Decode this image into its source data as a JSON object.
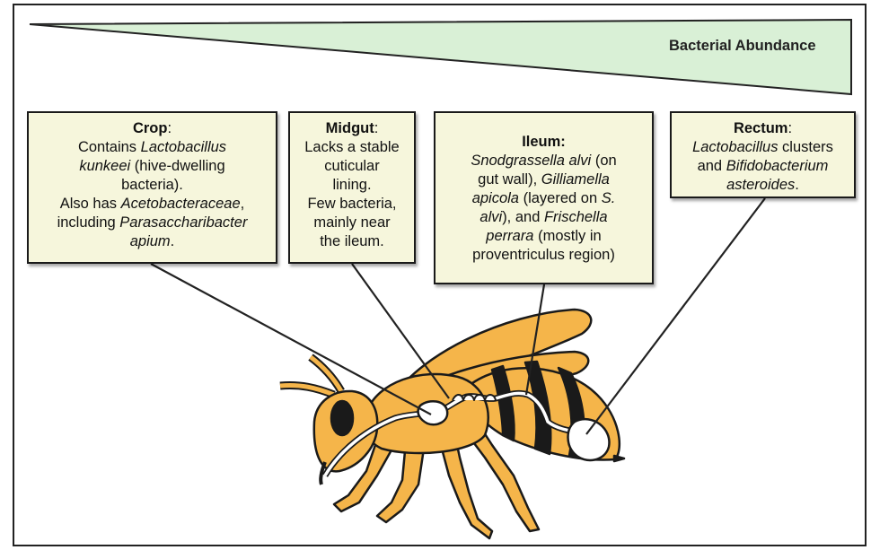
{
  "abundance_label": "Bacterial Abundance",
  "colors": {
    "box_fill": "#f6f6dc",
    "wedge_fill": "#d9f0d6",
    "bee_body": "#f5b54a",
    "bee_stripe": "#1a1a1a",
    "gut": "#ffffff"
  },
  "boxes": {
    "crop": {
      "title": "Crop",
      "title_suffix": ":",
      "l1": "Contains ",
      "l1_i": "Lactobacillus",
      "l2_i": "kunkeei",
      "l2": " (hive-dwelling",
      "l3": "bacteria).",
      "l4": "Also has ",
      "l4_i": "Acetobacteraceae",
      "l4_end": ",",
      "l5": "including ",
      "l5_i": "Parasaccharibacter",
      "l6_i": "apium",
      "l6": "."
    },
    "midgut": {
      "title": "Midgut",
      "title_suffix": ":",
      "l1": "Lacks a stable",
      "l2": "cuticular",
      "l3": "lining.",
      "l4": "Few bacteria,",
      "l5": "mainly near",
      "l6": "the ileum."
    },
    "ileum": {
      "title": "Ileum:",
      "l1_i": "Snodgrassella alvi",
      "l1": " (on",
      "l2": "gut wall), ",
      "l2_i": "Gilliamella",
      "l3_i": "apicola",
      "l3": " (layered on ",
      "l3_i2": "S.",
      "l4_i": "alvi",
      "l4": "), and ",
      "l4_i2": "Frischella",
      "l5_i": "perrara",
      "l5": " (mostly in",
      "l6": "proventriculus region)"
    },
    "rectum": {
      "title": "Rectum",
      "title_suffix": ":",
      "l1_i": "Lactobacillus",
      "l1": " clusters",
      "l2": "and ",
      "l2_i": "Bifidobacterium",
      "l3_i": "asteroides",
      "l3": "."
    }
  }
}
